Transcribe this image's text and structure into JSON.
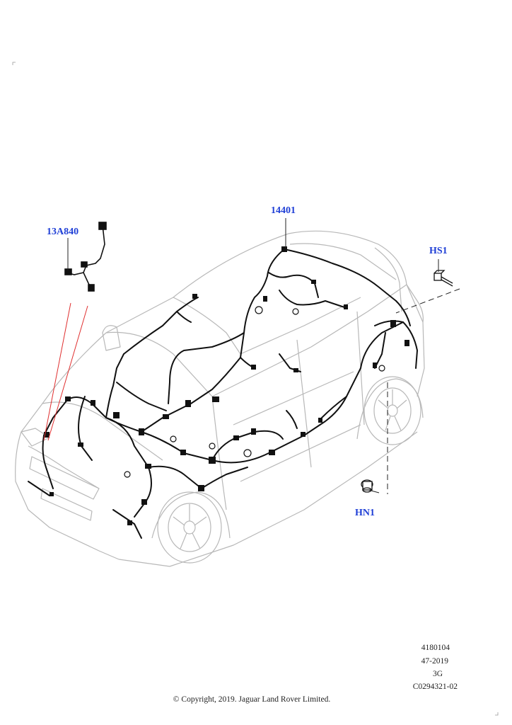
{
  "callouts": {
    "harness_main": "14401",
    "sensor": "13A840",
    "screw_top": "HS1",
    "nut_bottom": "HN1"
  },
  "drawing_info": {
    "line1": "4180104",
    "line2": "47-2019",
    "line3": "3G",
    "line4": "C0294321-02"
  },
  "copyright": "© Copyright, 2019. Jaguar Land Rover Limited.",
  "colors": {
    "callout": "#1f3fd6",
    "leader_red": "#e03030",
    "car_outline": "#b8b8b8",
    "harness": "#111111"
  }
}
